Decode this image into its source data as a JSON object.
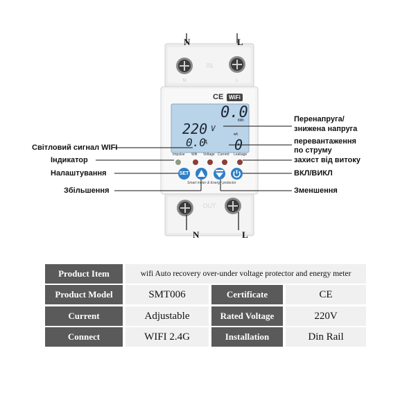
{
  "device": {
    "terminals": {
      "top_left": "N",
      "top_right": "L",
      "bottom_left": "N",
      "bottom_right": "L"
    },
    "cert_mark": "CE",
    "wifi_badge": "WiFi",
    "lcd": {
      "energy_value": "0.0",
      "energy_unit": "KWh",
      "voltage_value": "220",
      "voltage_unit": "V",
      "current_value": "0.0",
      "current_unit": "A",
      "leakage_value": "0",
      "leakage_unit": "mA"
    },
    "indicators": [
      "Impulse",
      "Wifi",
      "Voltage",
      "Current",
      "Leakage"
    ],
    "buttons": {
      "set": "SET"
    },
    "product_caption": "Smart meter & Energy protector"
  },
  "callouts": {
    "wifi_signal": "Світловий сигнал WIFI",
    "indicator": "Індикатор",
    "settings": "Налаштування",
    "increase": "Збільшення",
    "overvoltage_line1": "Перенапруга/",
    "overvoltage_line2": "знижена напруга",
    "overload_line1": "перевантаження",
    "overload_line2": "по струму",
    "leakage": "захист від витоку",
    "power": "ВКЛ/ВИКЛ",
    "decrease": "Зменшення"
  },
  "spec_table": {
    "rows": [
      {
        "k1": "Product Item",
        "v1": "wifi Auto recovery over-under voltage protector and energy meter"
      },
      {
        "k1": "Product Model",
        "v1": "SMT006",
        "k2": "Certificate",
        "v2": "CE"
      },
      {
        "k1": "Current",
        "v1": "Adjustable",
        "k2": "Rated Voltage",
        "v2": "220V"
      },
      {
        "k1": "Connect",
        "v1": "WIFI 2.4G",
        "k2": "Installation",
        "v2": "Din Rail"
      }
    ]
  },
  "colors": {
    "header_cell": "#5a5a5a",
    "value_cell": "#f0f0f0",
    "lcd_bg": "#b9d3e8",
    "button_blue": "#2f7fc6"
  }
}
